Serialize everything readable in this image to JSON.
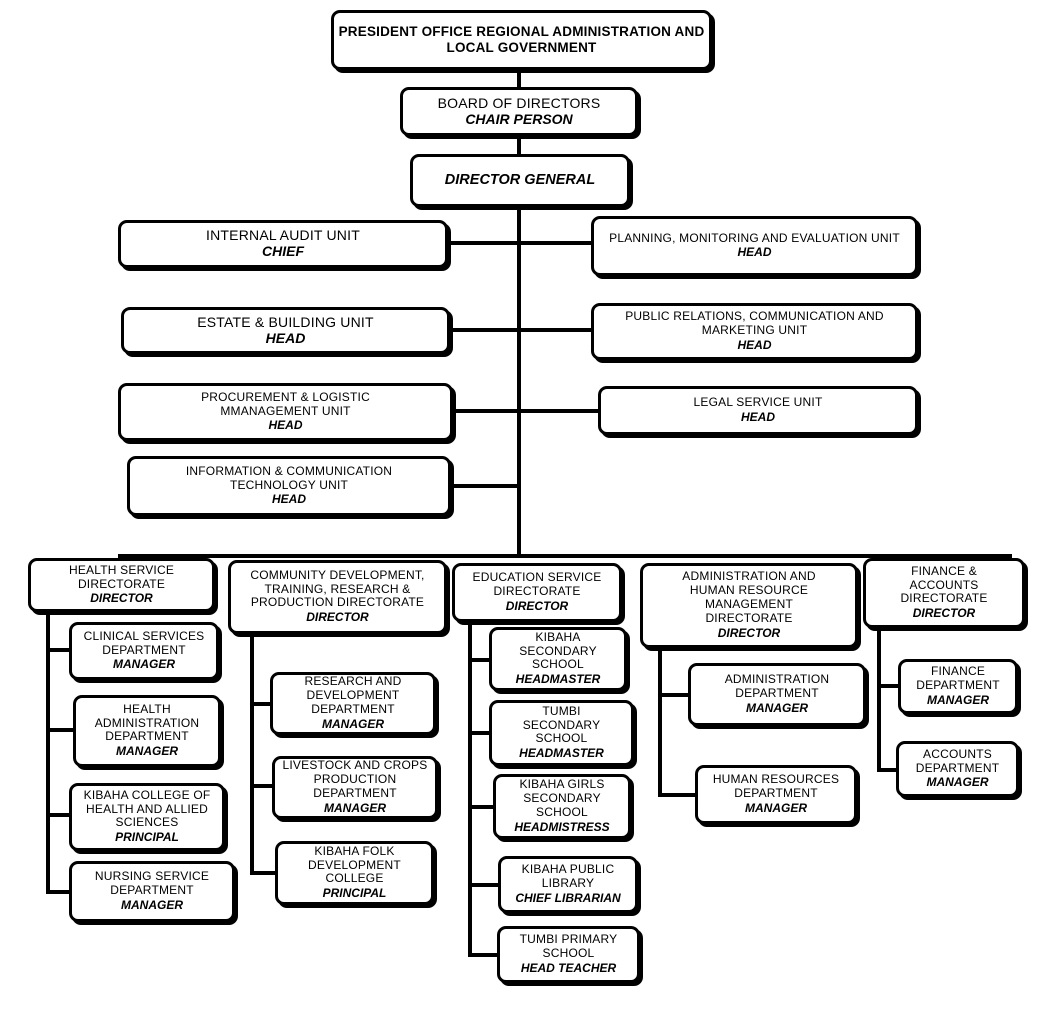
{
  "top": {
    "name": "PRESIDENT OFFICE  REGIONAL ADMINISTRATION AND LOCAL GOVERNMENT"
  },
  "board": {
    "name": "BOARD OF DIRECTORS",
    "role": "CHAIR PERSON"
  },
  "director_general": {
    "role": "DIRECTOR GENERAL"
  },
  "units_left": [
    {
      "name": "INTERNAL AUDIT UNIT",
      "role": "CHIEF"
    },
    {
      "name": "ESTATE & BUILDING UNIT",
      "role": "HEAD"
    },
    {
      "name": "PROCUREMENT & LOGISTIC MMANAGEMENT UNIT",
      "role": "HEAD"
    },
    {
      "name": "INFORMATION & COMMUNICATION TECHNOLOGY UNIT",
      "role": "HEAD"
    }
  ],
  "units_right": [
    {
      "name": "PLANNING, MONITORING AND EVALUATION UNIT",
      "role": "HEAD"
    },
    {
      "name": "PUBLIC RELATIONS, COMMUNICATION AND MARKETING UNIT",
      "role": "HEAD"
    },
    {
      "name": "LEGAL SERVICE UNIT",
      "role": "HEAD"
    }
  ],
  "directorates": [
    {
      "name": "HEALTH SERVICE DIRECTORATE",
      "role": "DIRECTOR",
      "children": [
        {
          "name": "CLINICAL SERVICES DEPARTMENT",
          "role": "MANAGER"
        },
        {
          "name": "HEALTH ADMINISTRATION DEPARTMENT",
          "role": "MANAGER"
        },
        {
          "name": "KIBAHA COLLEGE OF HEALTH AND ALLIED SCIENCES",
          "role": "PRINCIPAL"
        },
        {
          "name": "NURSING SERVICE DEPARTMENT",
          "role": "MANAGER"
        }
      ]
    },
    {
      "name": "COMMUNITY DEVELOPMENT, TRAINING, RESEARCH & PRODUCTION DIRECTORATE",
      "role": "DIRECTOR",
      "children": [
        {
          "name": "RESEARCH AND DEVELOPMENT DEPARTMENT",
          "role": "MANAGER"
        },
        {
          "name": "LIVESTOCK AND CROPS PRODUCTION DEPARTMENT",
          "role": "MANAGER"
        },
        {
          "name": "KIBAHA FOLK DEVELOPMENT COLLEGE",
          "role": "PRINCIPAL"
        }
      ]
    },
    {
      "name": "EDUCATION SERVICE DIRECTORATE",
      "role": "DIRECTOR",
      "children": [
        {
          "name": "KIBAHA SECONDARY SCHOOL",
          "role": "HEADMASTER"
        },
        {
          "name": "TUMBI SECONDARY SCHOOL",
          "role": "HEADMASTER"
        },
        {
          "name": "KIBAHA GIRLS SECONDARY SCHOOL",
          "role": "HEADMISTRESS"
        },
        {
          "name": "KIBAHA PUBLIC LIBRARY",
          "role": "CHIEF LIBRARIAN"
        },
        {
          "name": "TUMBI PRIMARY SCHOOL",
          "role": "HEAD TEACHER"
        }
      ]
    },
    {
      "name": "ADMINISTRATION AND HUMAN RESOURCE MANAGEMENT DIRECTORATE",
      "role": "DIRECTOR",
      "children": [
        {
          "name": "ADMINISTRATION DEPARTMENT",
          "role": "MANAGER"
        },
        {
          "name": "HUMAN RESOURCES DEPARTMENT",
          "role": "MANAGER"
        }
      ]
    },
    {
      "name": "FINANCE & ACCOUNTS DIRECTORATE",
      "role": "DIRECTOR",
      "children": [
        {
          "name": "FINANCE DEPARTMENT",
          "role": "MANAGER"
        },
        {
          "name": "ACCOUNTS DEPARTMENT",
          "role": "MANAGER"
        }
      ]
    }
  ]
}
